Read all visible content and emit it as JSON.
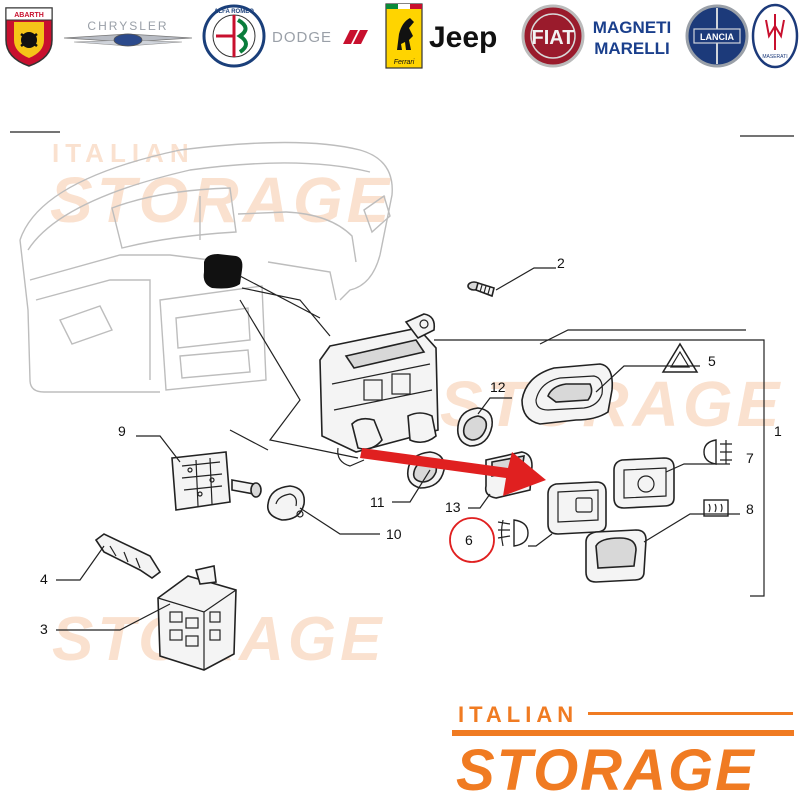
{
  "brands": [
    {
      "name": "abarth-logo",
      "label": "ABARTH"
    },
    {
      "name": "chrysler-logo",
      "label": "CHRYSLER"
    },
    {
      "name": "alfa-romeo-logo",
      "label": "ALFA ROMEO"
    },
    {
      "name": "dodge-logo",
      "label": "DODGE"
    },
    {
      "name": "ferrari-logo",
      "label": "Ferrari"
    },
    {
      "name": "jeep-logo",
      "label": "Jeep"
    },
    {
      "name": "fiat-logo",
      "label": "FIAT"
    },
    {
      "name": "magneti-marelli-logo",
      "label_line1": "MAGNETI",
      "label_line2": "MARELLI"
    },
    {
      "name": "lancia-logo",
      "label": "LANCIA"
    },
    {
      "name": "maserati-logo",
      "label": "MASERATI"
    }
  ],
  "watermark": {
    "line1": "ITALIAN",
    "line2": "STORAGE"
  },
  "footer_logo": {
    "line1": "ITALIAN",
    "line2": "STORAGE"
  },
  "callouts": {
    "c1": "1",
    "c2": "2",
    "c3": "3",
    "c4": "4",
    "c5": "5",
    "c6": "6",
    "c7": "7",
    "c8": "8",
    "c9": "9",
    "c10": "10",
    "c11": "11",
    "c12": "12",
    "c13": "13"
  },
  "colors": {
    "accent_orange": "#f07b22",
    "watermark_orange": "#f6c9a8",
    "highlight_red": "#e02020",
    "line": "#222222"
  },
  "icons": {
    "hazard": "hazard-triangle-icon",
    "fog_front": "front-fog-light-icon",
    "fog_rear": "rear-fog-light-icon",
    "defroster": "rear-defroster-icon"
  }
}
